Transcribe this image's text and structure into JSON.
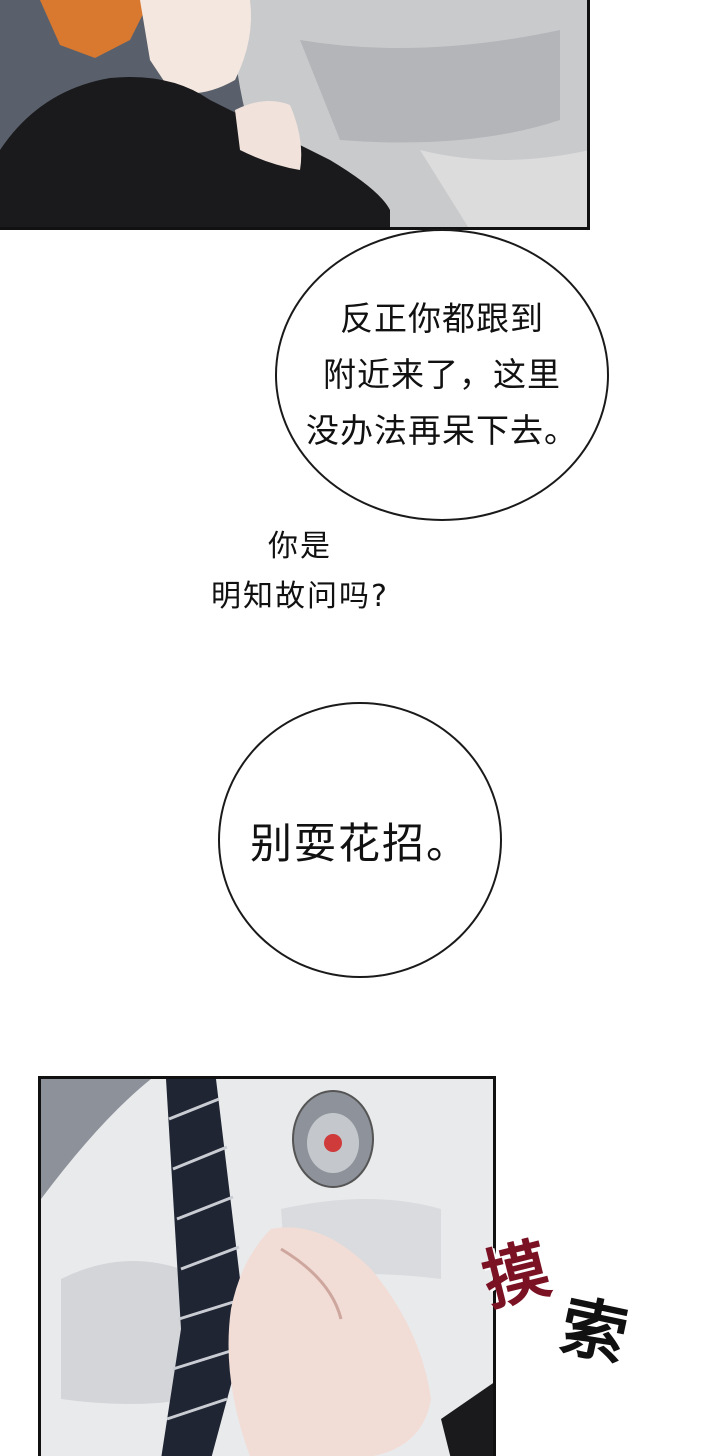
{
  "dialogue": {
    "bubble_1": "反正你都跟到\n附近来了，这里\n没办法再呆下去。",
    "thought": "你是\n明知故问吗?",
    "bubble_2": "别耍花招。"
  },
  "sfx": {
    "part_1": "摸",
    "part_2": "索",
    "color_1": "#7a1224",
    "color_2": "#111111"
  }
}
